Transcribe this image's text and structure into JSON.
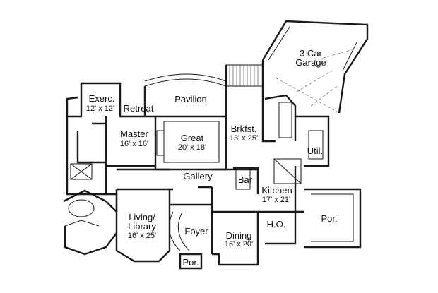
{
  "rooms": {
    "exercise": {
      "name": "Exerc.",
      "dims": "12' x 12'"
    },
    "retreat": {
      "name": "Retreat"
    },
    "pavilion": {
      "name": "Pavilion"
    },
    "master": {
      "name": "Master",
      "dims": "16' x 16'"
    },
    "great": {
      "name": "Great",
      "dims": "20' x 18'"
    },
    "breakfast": {
      "name": "Brkfst.",
      "dims": "13' x 25'"
    },
    "garage": {
      "name": "3 Car",
      "name2": "Garage"
    },
    "utility": {
      "name": "Util."
    },
    "gallery": {
      "name": "Gallery"
    },
    "bar": {
      "name": "Bar"
    },
    "kitchen": {
      "name": "Kitchen",
      "dims": "17' x 21'"
    },
    "living": {
      "name": "Living/",
      "name2": "Library",
      "dims": "16' x 25'"
    },
    "foyer": {
      "name": "Foyer"
    },
    "dining": {
      "name": "Dining",
      "dims": "16' x 20'"
    },
    "ho": {
      "name": "H.O."
    },
    "porch_right": {
      "name": "Por."
    },
    "porch_front": {
      "name": "Por."
    }
  }
}
